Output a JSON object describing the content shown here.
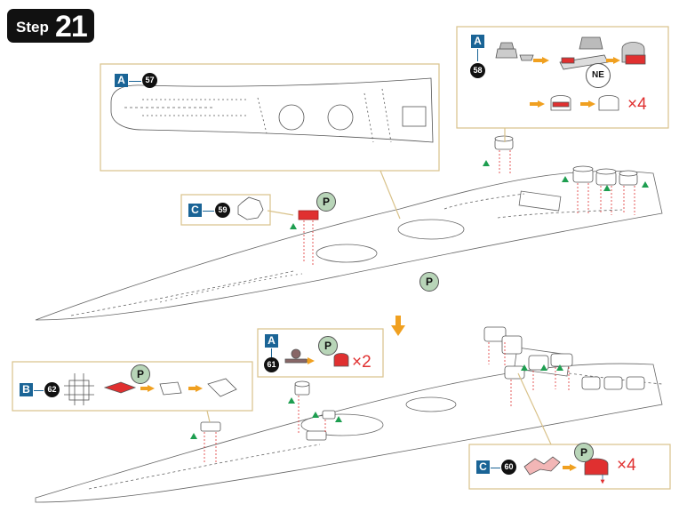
{
  "step": {
    "word": "Step",
    "number": "21"
  },
  "callouts": {
    "top_left": {
      "tag": "A",
      "part": "57"
    },
    "top_right": {
      "tag": "A",
      "part": "58",
      "ne_label": "NE",
      "multiplier": "×4"
    },
    "mid_left": {
      "tag": "C",
      "part": "59",
      "p_label": "P"
    },
    "deck_p": {
      "p_label": "P"
    },
    "lower_mid": {
      "tag": "A",
      "part": "61",
      "p_label": "P",
      "multiplier": "×2"
    },
    "lower_left": {
      "tag": "B",
      "part": "62",
      "p_label": "P"
    },
    "lower_right": {
      "tag": "C",
      "part": "60",
      "p_label": "P",
      "multiplier": "×4"
    }
  },
  "colors": {
    "frame": "#d9c28a",
    "tag": "#1a6496",
    "accent_red": "#e03030",
    "arrow_orange": "#f0a020",
    "marker_green": "#1e9e50",
    "p_badge": "#b8d5b8",
    "line": "#555555"
  },
  "icons": [
    "arrow-right-icon",
    "arrow-down-icon",
    "triangle-marker-icon"
  ]
}
